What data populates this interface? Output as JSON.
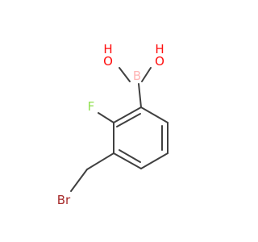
{
  "molecule": {
    "atoms": {
      "oh1_h": {
        "text": "H",
        "color": "#ff0d0d"
      },
      "oh1_o": {
        "text": "O",
        "color": "#ff0d0d"
      },
      "oh2_h": {
        "text": "H",
        "color": "#ff0d0d"
      },
      "oh2_o": {
        "text": "O",
        "color": "#ff0d0d"
      },
      "boron": {
        "text": "B",
        "color": "#ffb5b5"
      },
      "fluorine": {
        "text": "F",
        "color": "#90e050"
      },
      "bromine": {
        "text": "Br",
        "color": "#a62929"
      }
    },
    "bond_color": "#404040"
  }
}
